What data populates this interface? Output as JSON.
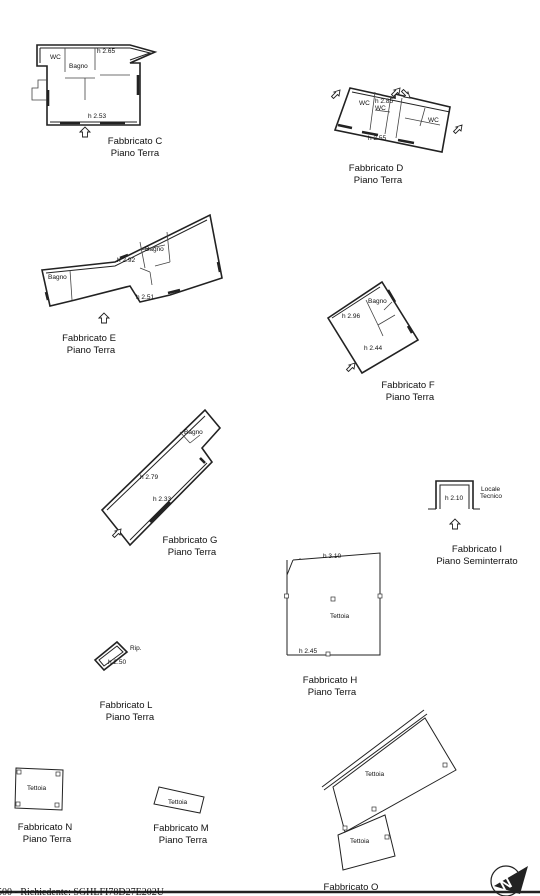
{
  "buildings": {
    "C": {
      "name": "Fabbricato C",
      "floor": "Piano Terra",
      "wc": "WC",
      "bagno": "Bagno",
      "h1": "h 2.65",
      "h2": "h 2.53"
    },
    "D": {
      "name": "Fabbricato D",
      "floor": "Piano Terra",
      "wc1": "WC",
      "h1": "h 2.85",
      "wc2": "WC",
      "wc3": "WC",
      "h2": "h 2.55"
    },
    "E": {
      "name": "Fabbricato E",
      "floor": "Piano Terra",
      "bagno1": "Bagno",
      "bagno2": "Bagno",
      "h1": "h 2.92",
      "h2": "h 2.51"
    },
    "F": {
      "name": "Fabbricato F",
      "floor": "Piano Terra",
      "bagno": "Bagno",
      "h1": "h 2.96",
      "h2": "h 2.44"
    },
    "G": {
      "name": "Fabbricato G",
      "floor": "Piano Terra",
      "bagno": "Bagno",
      "h1": "h 2.79",
      "h2": "h 2.33"
    },
    "I": {
      "name": "Fabbricato I",
      "floor": "Piano Seminterrato",
      "room1": "Locale",
      "room2": "Tecnico",
      "h": "h 2.10"
    },
    "H": {
      "name": "Fabbricato H",
      "floor": "Piano Terra",
      "room": "Tettoia",
      "h1": "h 3.10",
      "h2": "h 2.45"
    },
    "L": {
      "name": "Fabbricato L",
      "floor": "Piano Terra",
      "room": "Rip.",
      "h": "h 2.50"
    },
    "N": {
      "name": "Fabbricato N",
      "floor": "Piano Terra",
      "room": "Tettoia"
    },
    "M": {
      "name": "Fabbricato M",
      "floor": "Piano Terra",
      "room": "Tettoia"
    },
    "O": {
      "name": "Fabbricato O",
      "room1": "Tettoia",
      "room2": "Tettoia"
    }
  },
  "footer": {
    "text": "500 - Richiedente: SGHLFI78D27E202U"
  },
  "north_arrow": {
    "icon": "north-arrow-icon",
    "letter": "N"
  }
}
